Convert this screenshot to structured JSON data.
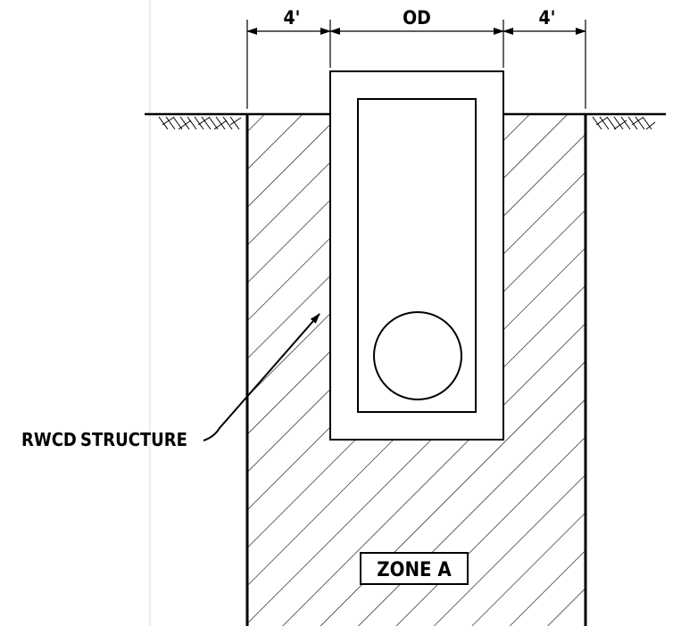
{
  "dimensions": {
    "left_clearance": "4'",
    "structure_width": "OD",
    "right_clearance": "4'"
  },
  "callout": {
    "label_part1": "RWCD",
    "label_part2": "STRUCTURE"
  },
  "zone": {
    "label": "ZONE A"
  }
}
